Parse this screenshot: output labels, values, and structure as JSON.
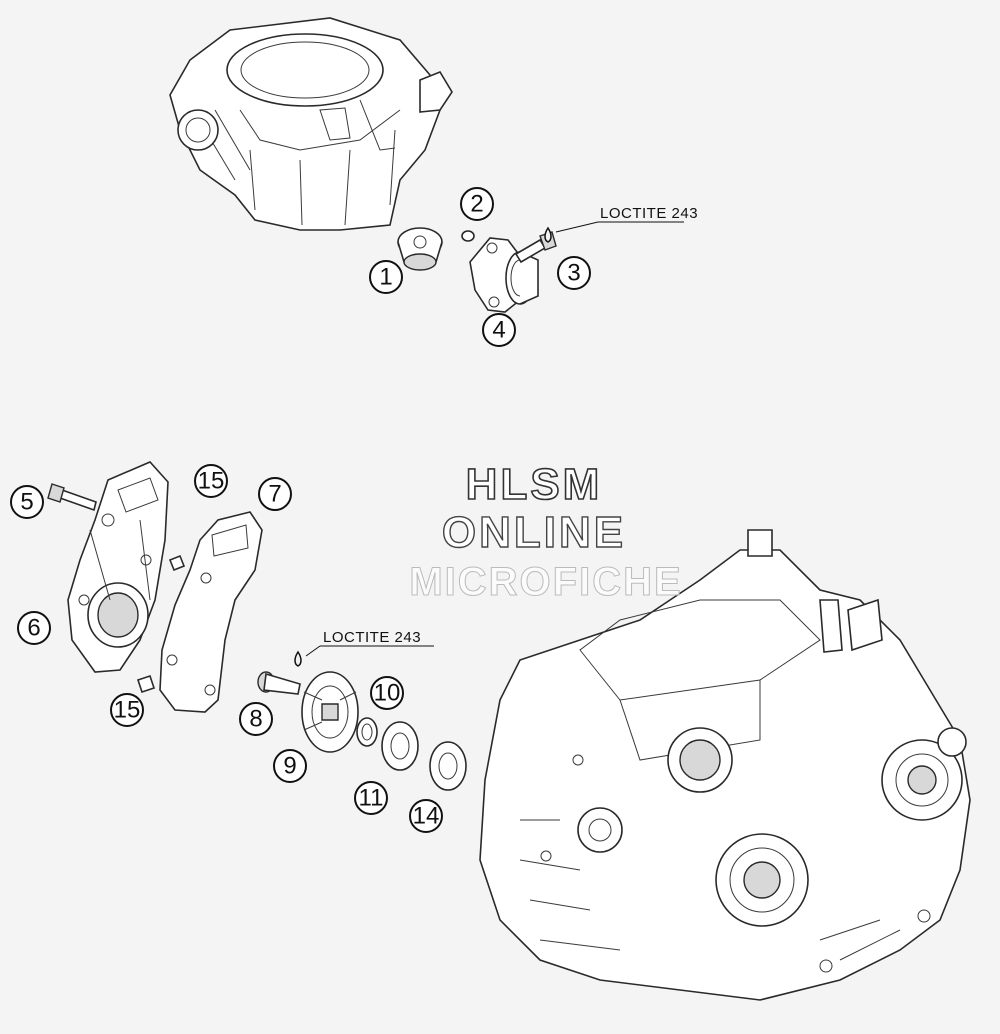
{
  "callouts": [
    "1",
    "2",
    "3",
    "4",
    "5",
    "6",
    "7",
    "8",
    "9",
    "10",
    "11",
    "14",
    "15",
    "15"
  ],
  "loctite": {
    "top_label": "LOCTITE 243",
    "bottom_label": "LOCTITE 243"
  },
  "watermark": {
    "line1": "HLSM",
    "line2": "ONLINE",
    "line3": "MICROFICHE"
  }
}
